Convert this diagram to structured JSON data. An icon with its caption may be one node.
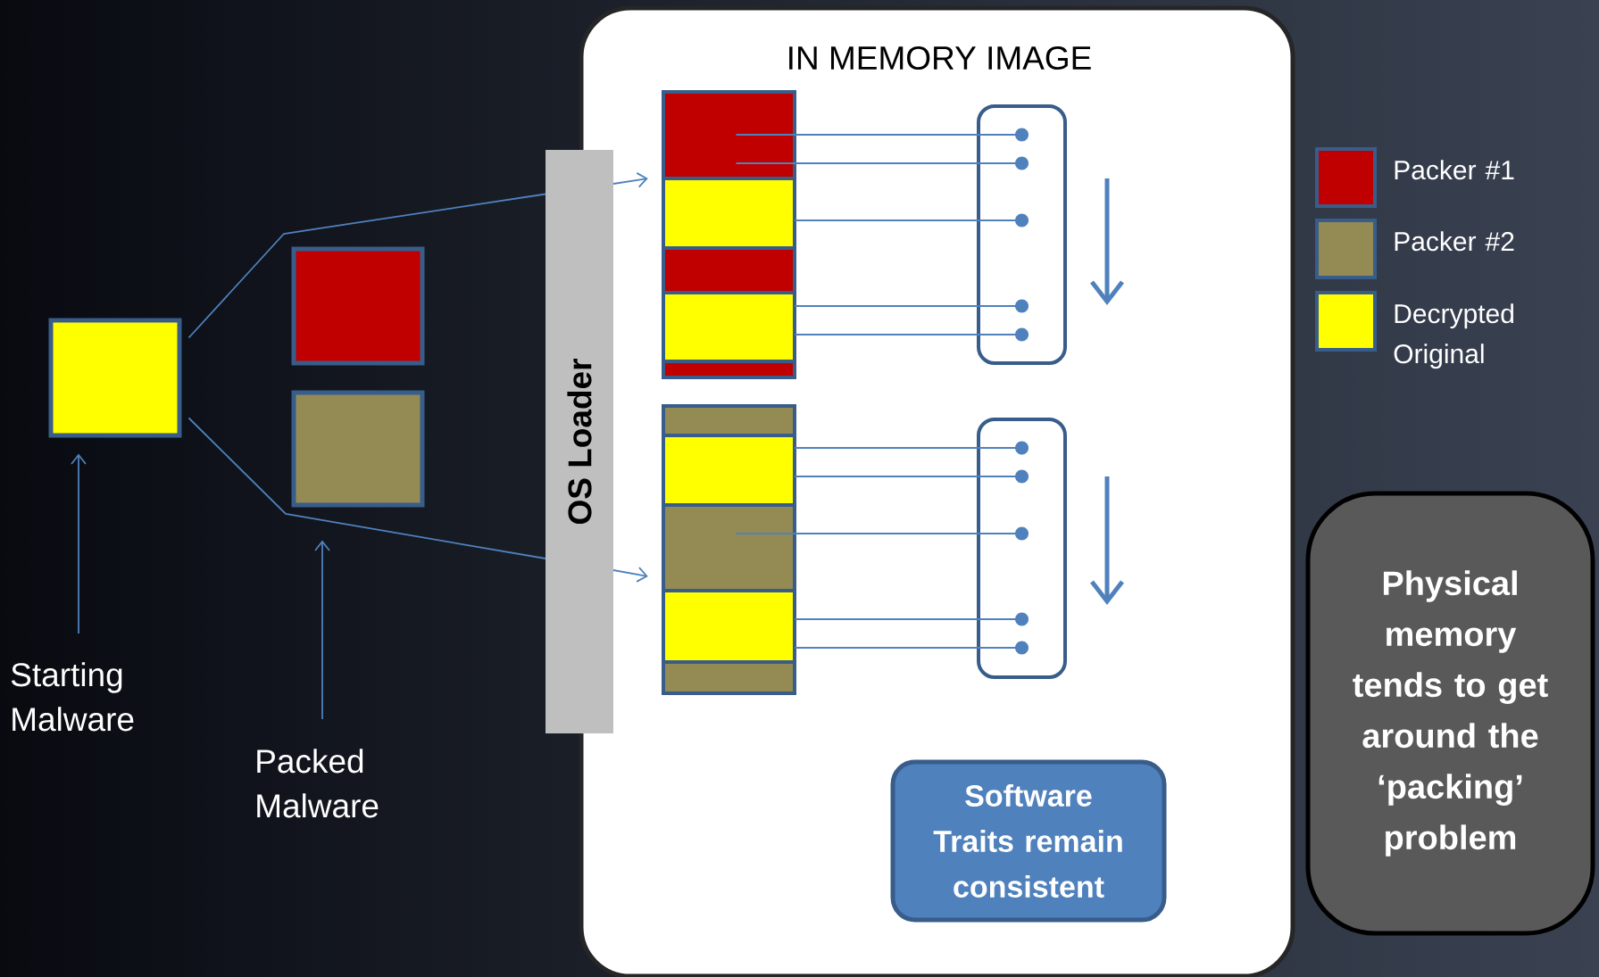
{
  "diagram": {
    "nodes": [
      {
        "text": [],
        "shape": "box"
      },
      {
        "text": [
          "Starting Malware"
        ]
      },
      {
        "text": [],
        "shape": "box"
      },
      {
        "text": [],
        "shape": "box"
      },
      {
        "text": [
          "Packed Malware"
        ]
      },
      {
        "text": [
          "OS Loader"
        ]
      },
      {
        "text": [
          "IN MEMORY IMAGE"
        ]
      },
      {
        "text": [],
        "shape": "box",
        "in": 6
      },
      {
        "text": [],
        "shape": "box",
        "in": 6
      },
      {
        "text": [],
        "shape": "box",
        "in": 6
      },
      {
        "text": [],
        "shape": "box",
        "in": 6
      },
      {
        "text": [
          "Software Traits remain consistent"
        ],
        "in": 6
      },
      {
        "text": [
          "Physical memory tends to get around the ‘packing’ problem"
        ]
      }
    ],
    "edges": [
      {
        "from": 0,
        "to": 5,
        "arrow": "none"
      },
      {
        "from": 5,
        "to": 7,
        "arrow": "to"
      },
      {
        "from": 0,
        "to": 5,
        "arrow": "none"
      },
      {
        "from": 5,
        "to": 8,
        "arrow": "to"
      },
      {
        "from": 1,
        "to": 0,
        "arrow": "to"
      },
      {
        "from": 4,
        "to": 3,
        "arrow": "to"
      },
      {
        "from": 7,
        "to": 9,
        "arrow": "other"
      },
      {
        "from": 7,
        "to": 9,
        "arrow": "other"
      },
      {
        "from": 7,
        "to": 9,
        "arrow": "other"
      },
      {
        "from": 7,
        "to": 9,
        "arrow": "other"
      },
      {
        "from": 7,
        "to": 9,
        "arrow": "other"
      },
      {
        "from": 8,
        "to": 10,
        "arrow": "other"
      },
      {
        "from": 8,
        "to": 10,
        "arrow": "other"
      },
      {
        "from": 8,
        "to": 10,
        "arrow": "other"
      },
      {
        "from": 8,
        "to": 10,
        "arrow": "other"
      },
      {
        "from": 8,
        "to": 10,
        "arrow": "other"
      }
    ],
    "legend": [
      {
        "text": "Packer #1",
        "color": "#c00000"
      },
      {
        "text": "Packer #2",
        "color": "#948a54"
      },
      {
        "text": "Decrypted Original",
        "color": "#ffff00"
      }
    ]
  }
}
